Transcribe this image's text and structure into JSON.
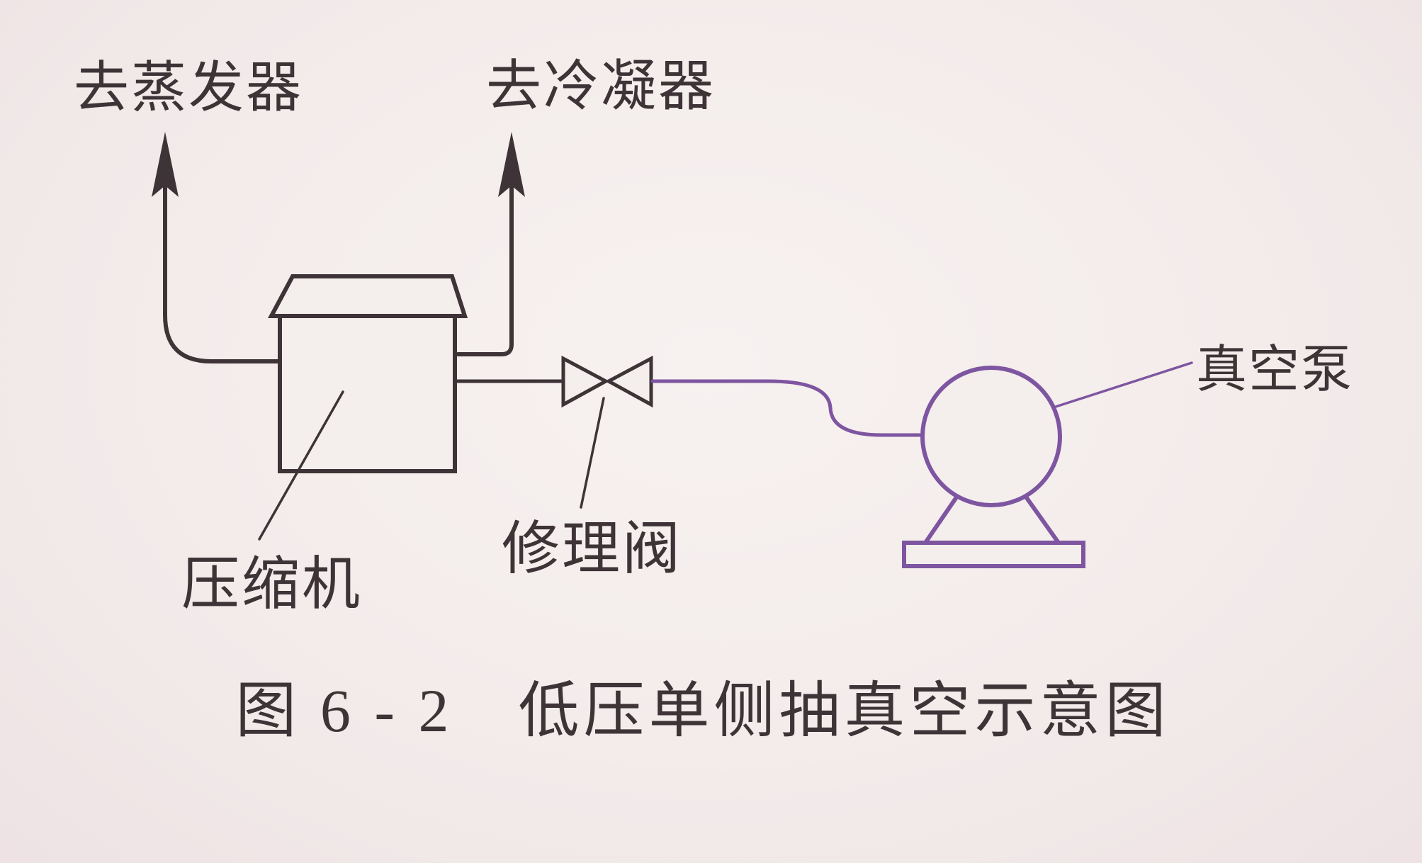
{
  "figure": {
    "caption": "图 6 - 2　低压单侧抽真空示意图",
    "labels": {
      "to_evaporator": "去蒸发器",
      "to_condenser": "去冷凝器",
      "compressor": "压缩机",
      "service_valve": "修理阀",
      "vacuum_pump": "真空泵"
    },
    "colors": {
      "ink": "#3e3437",
      "accent": "#7e55a0",
      "paper": "#f4eeed"
    }
  }
}
